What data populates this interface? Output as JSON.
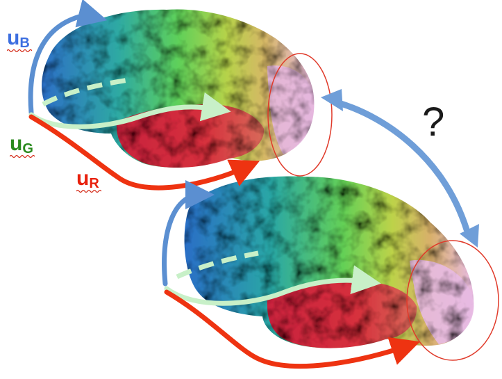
{
  "labels": {
    "blue": "u",
    "green": "u",
    "red": "u",
    "blue_sub": "B",
    "green_sub": "G",
    "red_sub": "R"
  },
  "question": "?",
  "colors": {
    "blue_arrow": "#5b8fd1",
    "green_arrow": "#c8f0c8",
    "red_arrow": "#ee3311",
    "roi_circle": "#e03a2a",
    "comparison_arrow": "#6f9ed8",
    "label_blue": "#3d6fe0",
    "label_green": "#2a8a1e",
    "label_red": "#e8200c",
    "squiggle": "#d42a18"
  },
  "icons": [
    "brain-surface-icon",
    "double-headed-arrow-icon"
  ]
}
